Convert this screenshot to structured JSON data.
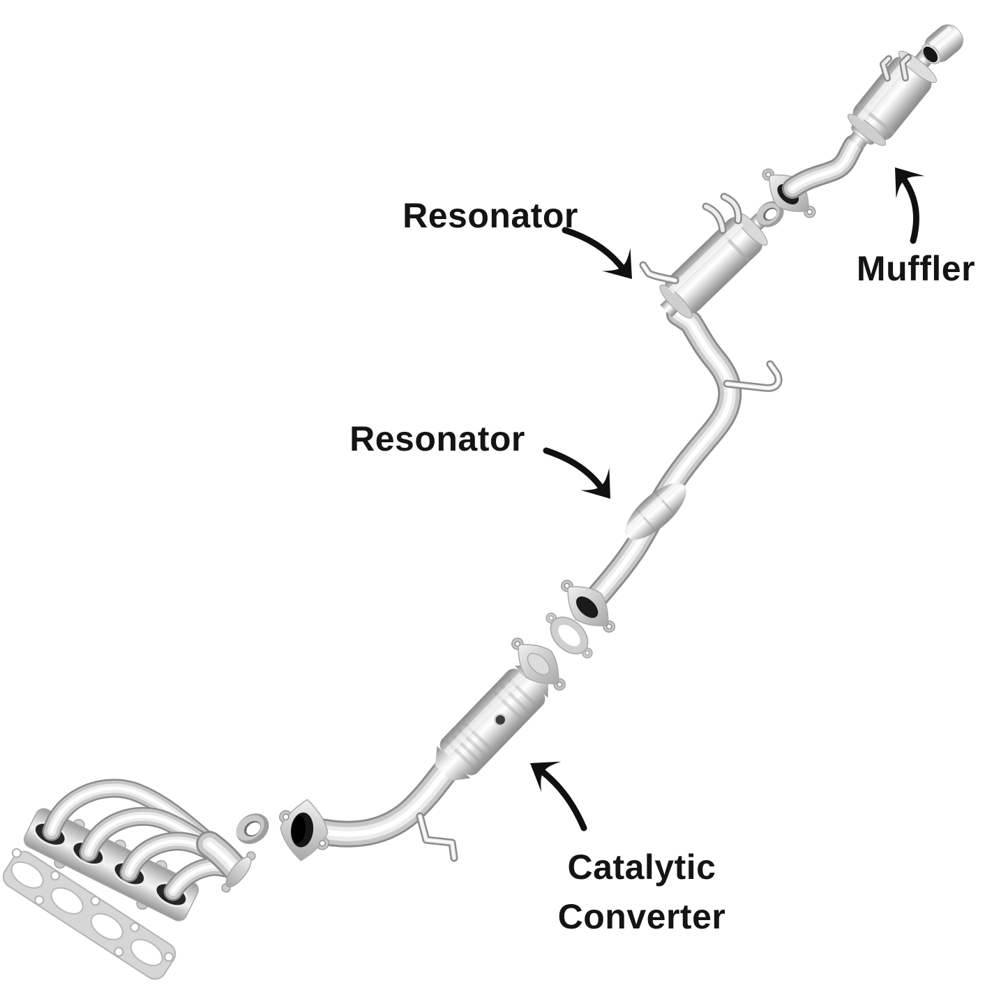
{
  "background": "#ffffff",
  "labels": {
    "resonator_rear": "Resonator",
    "muffler": "Muffler",
    "resonator_mid": "Resonator",
    "catalytic_line1": "Catalytic",
    "catalytic_line2": "Converter"
  },
  "colors": {
    "label_text": "#141414",
    "arrow": "#101010",
    "metal_highlight": "#ffffff",
    "metal_light": "#ececec",
    "metal_mid": "#c7c7c7",
    "metal_shadow": "#8b8b8b",
    "port_dark": "#262626"
  },
  "components": [
    "exhaust-manifold-gasket",
    "exhaust-manifold",
    "ring-gasket-front",
    "front-pipe-flange",
    "front-pipe",
    "catalytic-converter-canister",
    "cat-outlet-flange",
    "flange-gasket",
    "mid-pipe-flange",
    "intermediate-pipe",
    "resonator-pipe-bulge",
    "resonator-canister",
    "ring-gasket-rear",
    "rear-flange",
    "tail-pipe",
    "muffler-canister",
    "exhaust-tip"
  ]
}
